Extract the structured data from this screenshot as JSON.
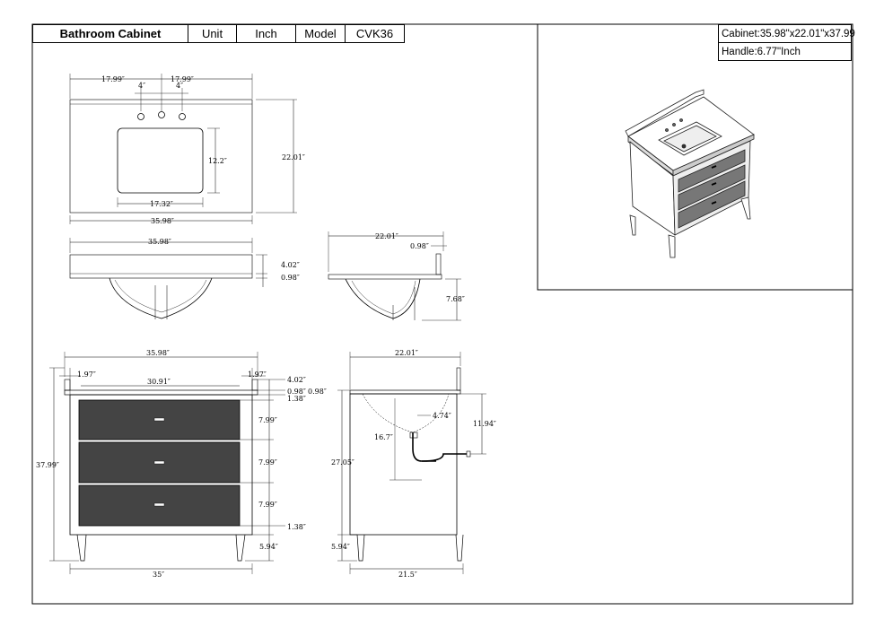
{
  "header": {
    "product": "Bathroom Cabinet",
    "unit_label": "Unit",
    "unit_value": "Inch",
    "model_label": "Model",
    "model_value": "CVK36"
  },
  "specs": {
    "cabinet": "Cabinet:35.98\"x22.01\"x37.99",
    "handle": "Handle:6.77\"Inch"
  },
  "dimensions": {
    "top_width_left": "17.99″",
    "top_width_right": "17.99″",
    "faucet_spacing_left": "4″",
    "faucet_spacing_right": "4″",
    "basin_depth": "12.2″",
    "top_depth": "22.01″",
    "basin_width": "17.32″",
    "top_width_total": "35.98″",
    "side_top_width": "35.98″",
    "top_height": "4.02″",
    "top_thickness": "0.98″",
    "side_depth": "22.01″",
    "backsplash_thickness": "0.98″",
    "basin_height": "7.68″",
    "front_width": "35.98″",
    "front_left_inset": "1.97″",
    "front_inner_width": "30.91″",
    "front_right_inset": "1.97″",
    "front_backsplash": "4.02″",
    "front_top": "0.98″",
    "front_top_rail": "1.38″",
    "drawer_1": "7.99″",
    "drawer_2": "7.99″",
    "drawer_3": "7.99″",
    "front_bottom_rail": "1.38″",
    "leg_height_front": "5.94″",
    "total_height": "37.99″",
    "front_base_width": "35″",
    "section_depth": "22.01″",
    "section_top": "0.98″",
    "drain_offset": "4.74″",
    "drain_height": "16.7″",
    "pipe_height": "11.94″",
    "cabinet_height": "27.05″",
    "leg_height_side": "5.94″",
    "side_base_depth": "21.5″"
  }
}
